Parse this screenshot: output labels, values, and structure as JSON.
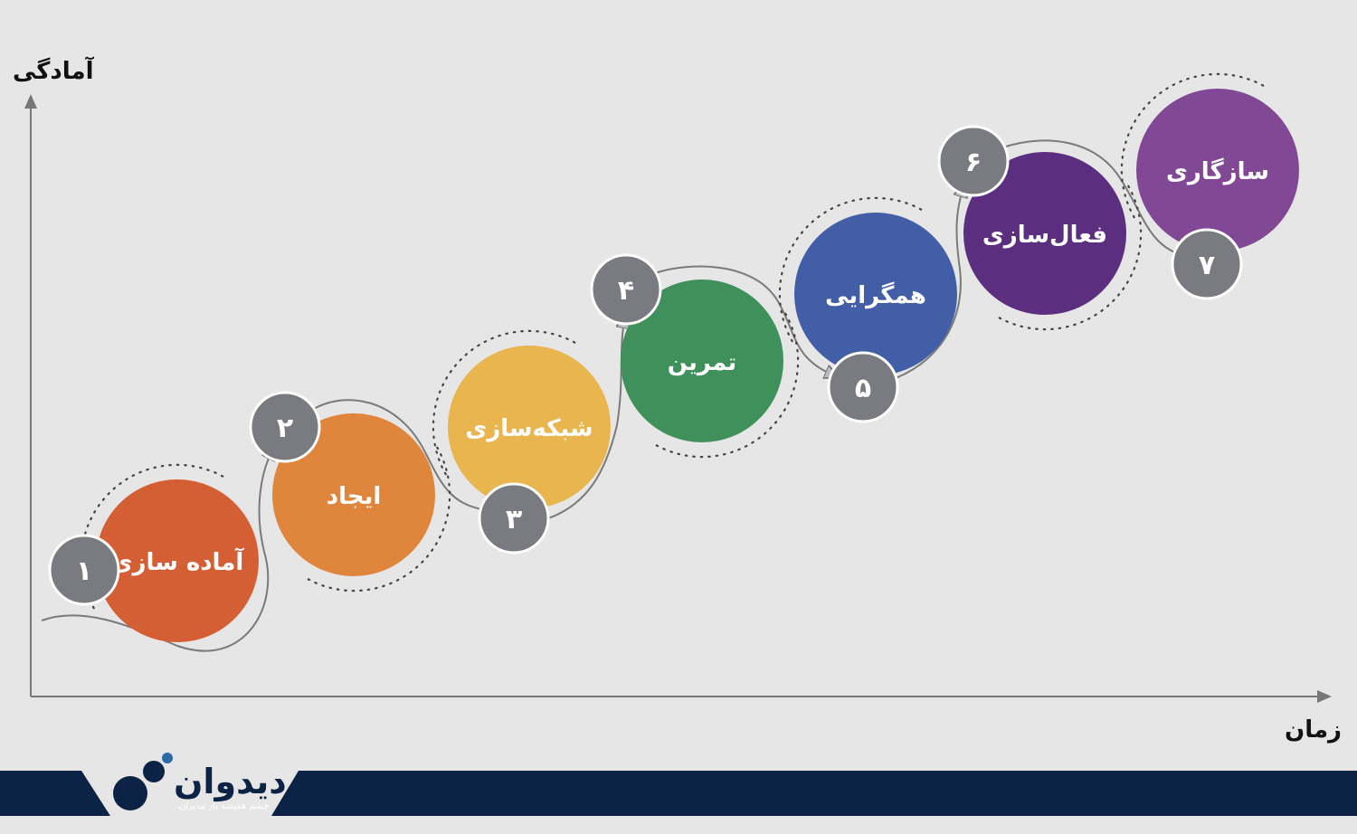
{
  "axes": {
    "y_label": "آمادگی",
    "x_label": "زمان"
  },
  "stages": [
    {
      "label": "آماده سازی",
      "number": "۱",
      "color": "#d55f34"
    },
    {
      "label": "ایجاد",
      "number": "۲",
      "color": "#df853c"
    },
    {
      "label": "شبکه‌سازی",
      "number": "۳",
      "color": "#e9b54e"
    },
    {
      "label": "تمرین",
      "number": "۴",
      "color": "#40905b"
    },
    {
      "label": "همگرایی",
      "number": "۵",
      "color": "#425ea6"
    },
    {
      "label": "فعال‌سازی",
      "number": "۶",
      "color": "#5b2e7f"
    },
    {
      "label": "سازگاری",
      "number": "۷",
      "color": "#814896"
    }
  ],
  "number_badge_color": "#7a7b80",
  "brand": {
    "name": "دیدوان",
    "tagline": "چشم همیشه باز مدیران",
    "dark_color": "#0d2346",
    "accent_color": "#2a6aa8"
  }
}
